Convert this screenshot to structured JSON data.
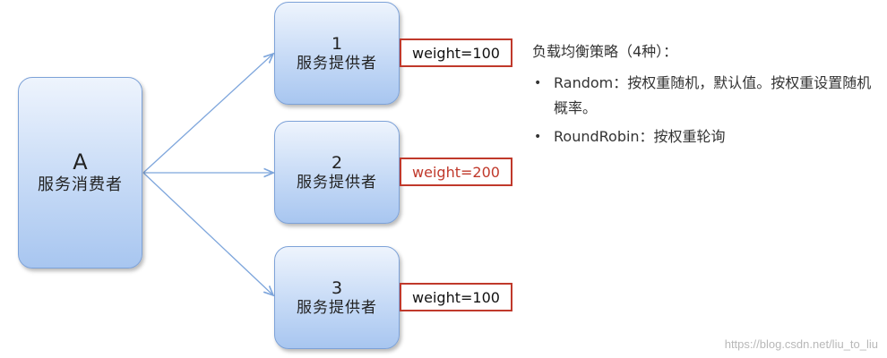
{
  "consumer": {
    "id": "A",
    "label": "服务消费者"
  },
  "providers": [
    {
      "id": "1",
      "label": "服务提供者",
      "weight": "weight=100",
      "highlight": false
    },
    {
      "id": "2",
      "label": "服务提供者",
      "weight": "weight=200",
      "highlight": true
    },
    {
      "id": "3",
      "label": "服务提供者",
      "weight": "weight=100",
      "highlight": false
    }
  ],
  "strategy_panel": {
    "title": "负载均衡策略（4种）：",
    "items": [
      {
        "bullet": "•",
        "text": "Random：按权重随机，默认值。按权重设置随机概率。"
      },
      {
        "bullet": "•",
        "text": "RoundRobin：按权重轮询"
      }
    ]
  },
  "watermark": "https://blog.csdn.net/liu_to_liu",
  "colors": {
    "node_border": "#7da2d8",
    "arrow": "#7ea6dc",
    "weight_border": "#c0392b",
    "highlight_text": "#c0392b"
  }
}
